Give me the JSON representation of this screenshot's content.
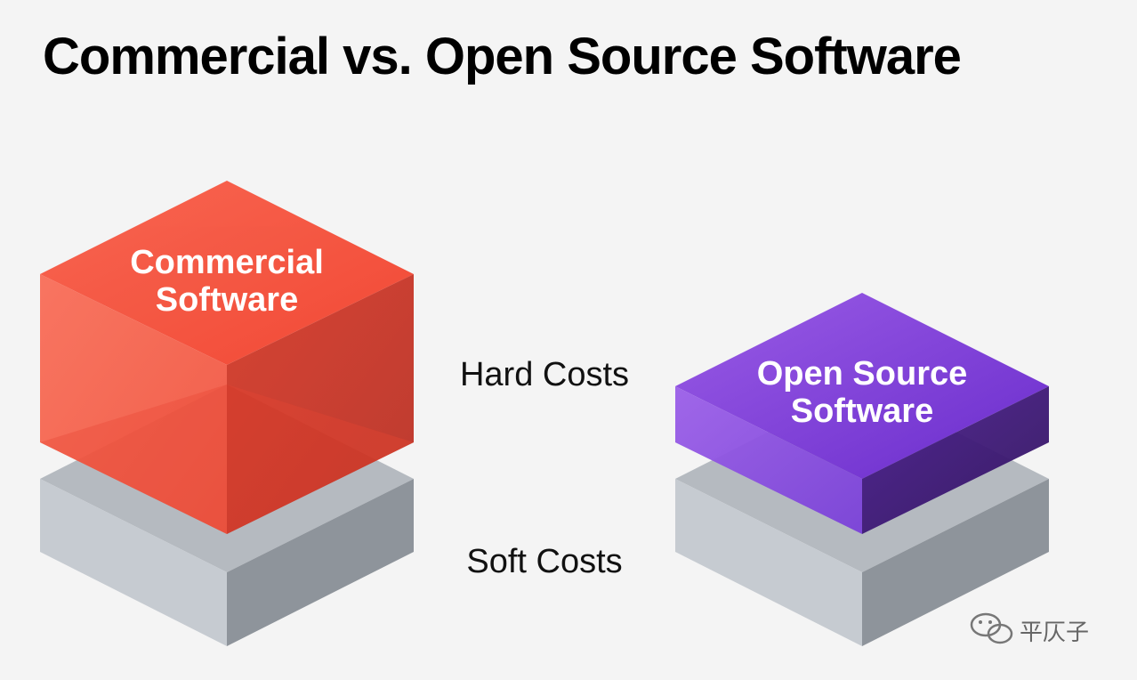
{
  "title": "Commercial vs. Open Source Software",
  "labels": {
    "commercial_line1": "Commercial",
    "commercial_line2": "Software",
    "open_source_line1": "Open Source",
    "open_source_line2": "Software",
    "hard_costs": "Hard Costs",
    "soft_costs": "Soft Costs"
  },
  "watermark": {
    "text": "平仄子",
    "icon": "wechat-icon"
  },
  "colors": {
    "background": "#f4f4f4",
    "commercial_red": "#f04a35",
    "open_source_purple": "#7b3fd6",
    "soft_cost_gray": "#b7bcc2"
  }
}
